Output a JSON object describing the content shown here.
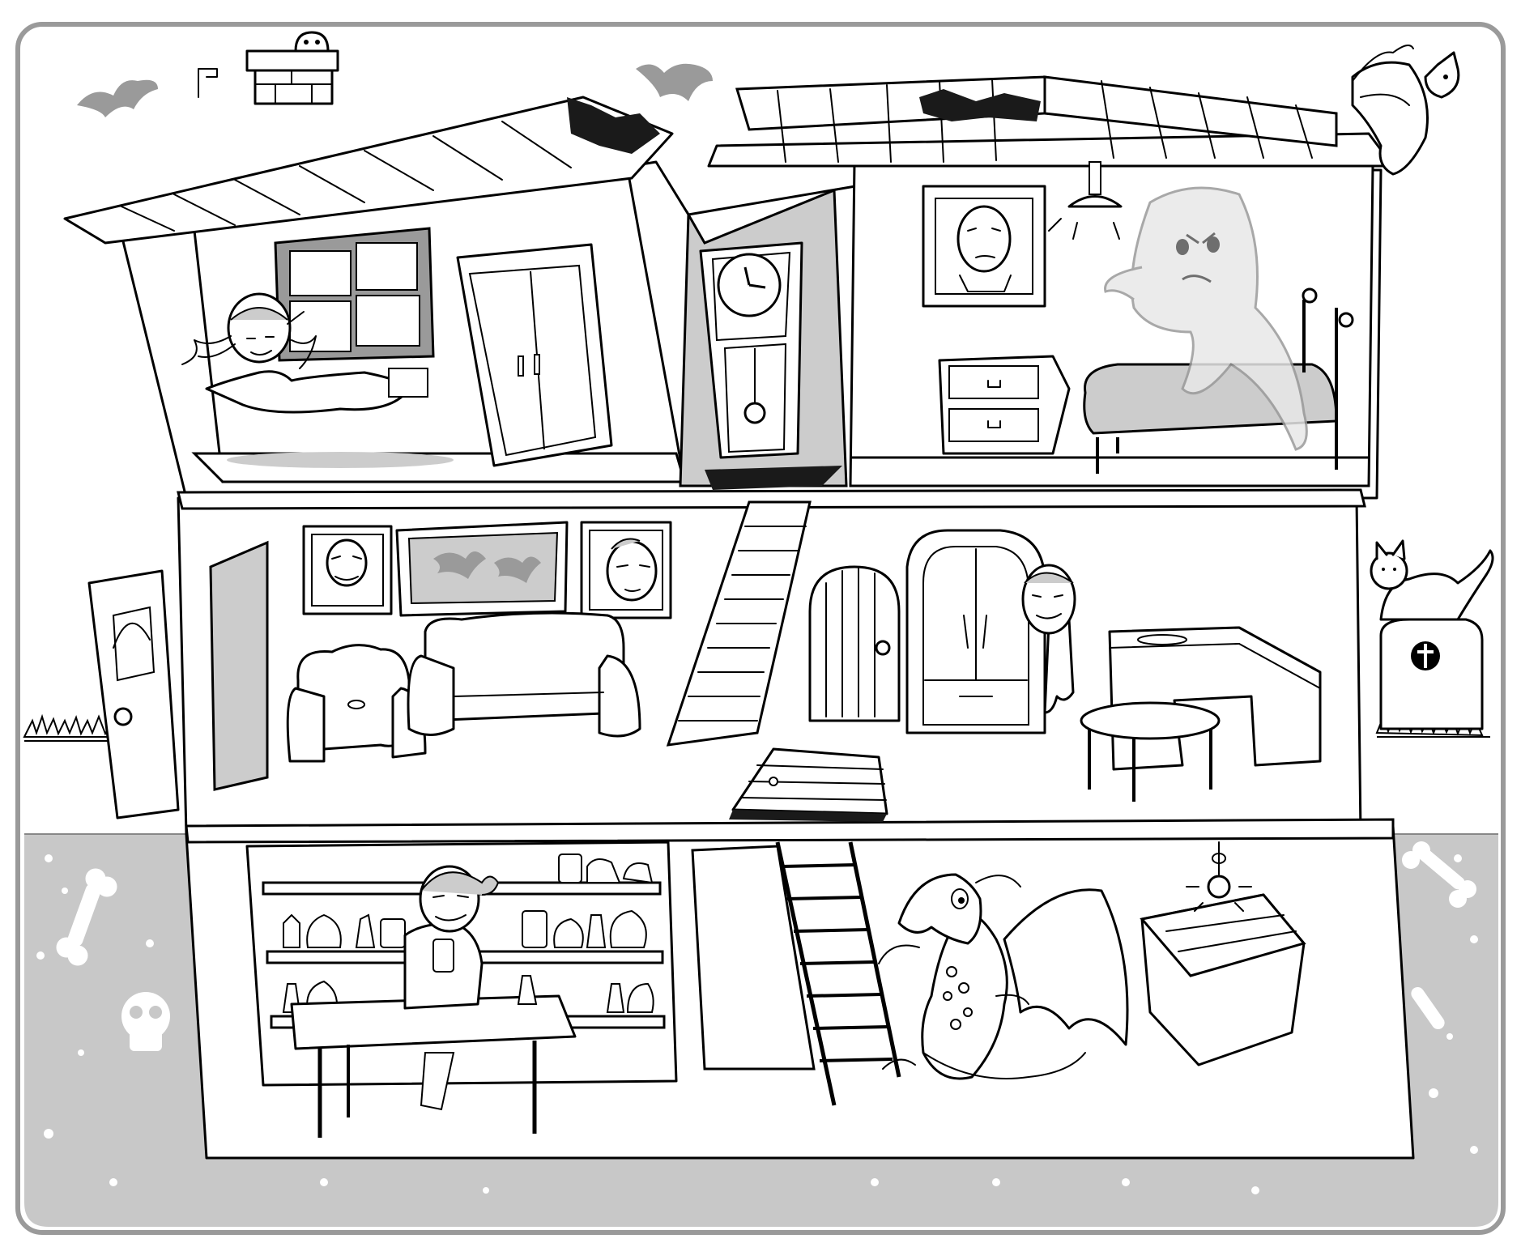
{
  "scene": {
    "palette": {
      "ink": "#000000",
      "paper": "#ffffff",
      "underground": "#c8c8c8",
      "bats": "#9a9a9a",
      "ghost": "#d8d8d8"
    },
    "border": "rounded frame",
    "elements": {
      "rooms": [
        "attic-bedroom-left",
        "clock-hallway",
        "attic-bedroom-right",
        "living-room",
        "kitchen",
        "basement-pantry",
        "basement-coffin-room"
      ],
      "characters": [
        "vampire-girl",
        "ghost",
        "vampire-boy",
        "vampire-mother",
        "dragon",
        "gargoyle",
        "cat",
        "chimney-creature"
      ],
      "icons": [
        "bat-icon",
        "bone-icon",
        "skull-icon",
        "cross-icon",
        "clock-icon",
        "light-bulb-icon"
      ]
    }
  }
}
